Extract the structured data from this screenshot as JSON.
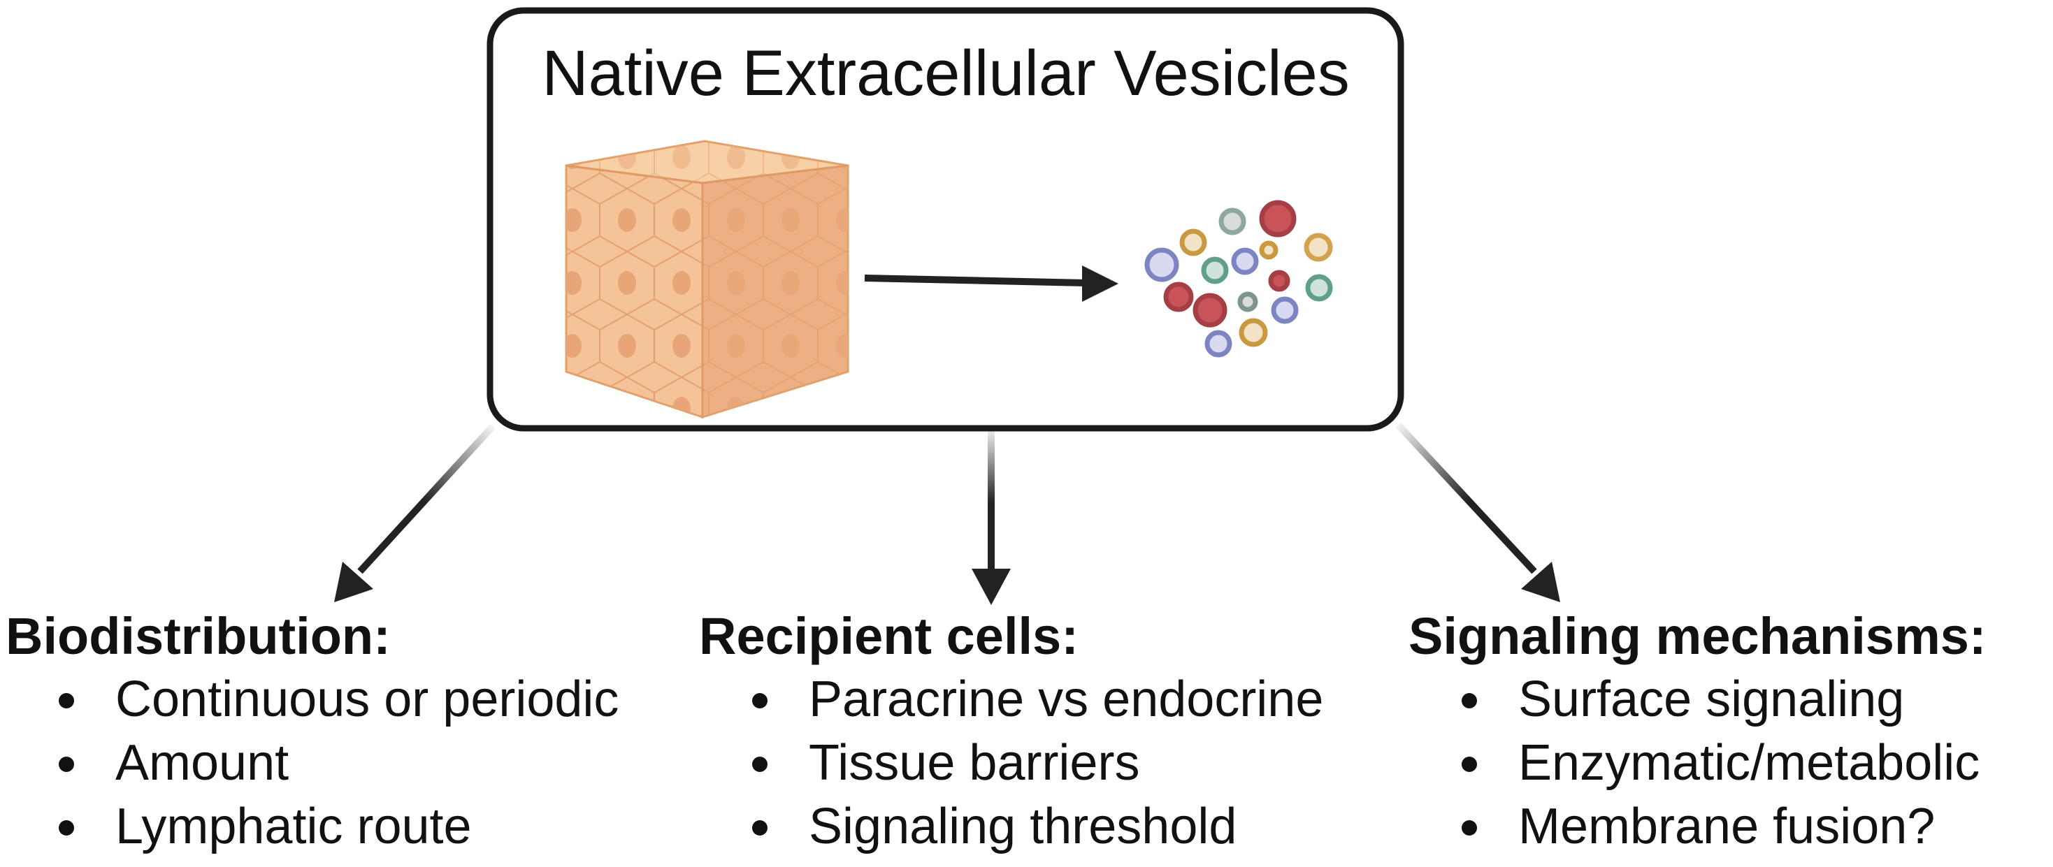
{
  "title": "Native Extracellular Vesicles",
  "icons": {
    "tissue": "tissue-cube-icon",
    "vesicles": "extracellular-vesicles-icon"
  },
  "colors": {
    "stroke": "#222222",
    "tissue_fill": "#F2BE90",
    "tissue_cell": "#E8A578",
    "vesicle_red": "#C8545A",
    "vesicle_blue": "#8E96CF",
    "vesicle_teal": "#6FA99A",
    "vesicle_gold": "#D2A24E",
    "vesicle_gray": "#8FA79E"
  },
  "groups": [
    {
      "heading": "Biodistribution:",
      "items": [
        "Continuous or periodic",
        "Amount",
        "Lymphatic route"
      ]
    },
    {
      "heading": "Recipient cells:",
      "items": [
        "Paracrine vs endocrine",
        "Tissue barriers",
        "Signaling threshold"
      ]
    },
    {
      "heading": "Signaling mechanisms:",
      "items": [
        "Surface signaling",
        "Enzymatic/metabolic",
        "Membrane fusion?"
      ]
    }
  ]
}
